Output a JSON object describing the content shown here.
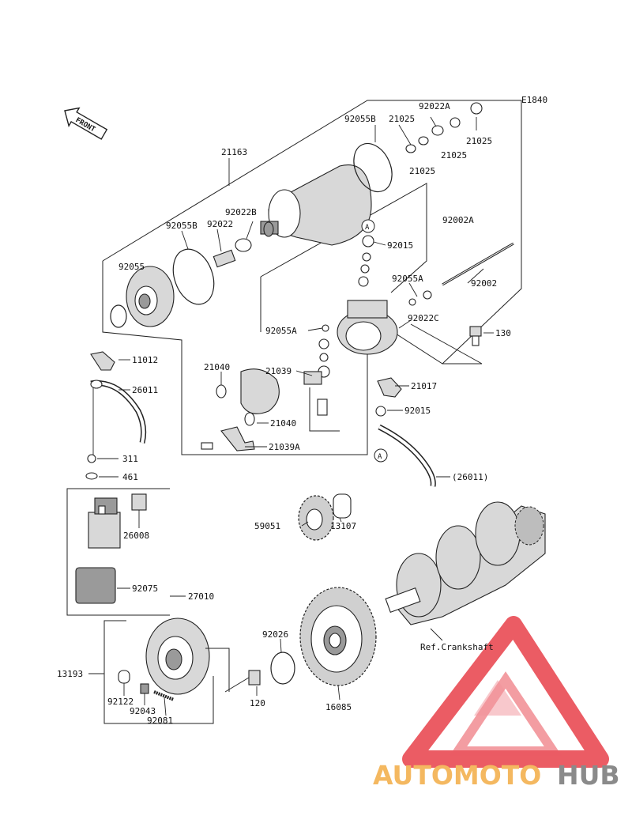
{
  "diagram_code": "E1840",
  "front_label": "FRONT",
  "callout_a": "A",
  "ref_note": "Ref.Crankshaft",
  "watermark": {
    "part1": "AUTOMOTO",
    "part2": "HUB",
    "color1": "#f4b860",
    "color2": "#8a8a8a",
    "logo_color": "#e8404a"
  },
  "labels": {
    "p21163": "21163",
    "p92055B_top": "92055B",
    "p21025_a": "21025",
    "p92022A": "92022A",
    "p21025_b": "21025",
    "p21025_c": "21025",
    "p21025_d": "21025",
    "p92002A": "92002A",
    "p92022B": "92022B",
    "p92022": "92022",
    "p92055B_left": "92055B",
    "p92015_top": "92015",
    "p92055": "92055",
    "p92055A_right": "92055A",
    "p92002": "92002",
    "p92055A_left": "92055A",
    "p92022C": "92022C",
    "p130": "130",
    "p11012": "11012",
    "p21040_top": "21040",
    "p21039": "21039",
    "p21017": "21017",
    "p26011": "26011",
    "p92015_mid": "92015",
    "p21040_bot": "21040",
    "p21039A": "21039A",
    "p311": "311",
    "p26011_paren": "(26011)",
    "p461": "461",
    "p59051": "59051",
    "p13107": "13107",
    "p26008": "26008",
    "p92075": "92075",
    "p27010": "27010",
    "p92026": "92026",
    "p13193": "13193",
    "p120": "120",
    "p92122": "92122",
    "p92043": "92043",
    "p92081": "92081",
    "p16085": "16085"
  }
}
